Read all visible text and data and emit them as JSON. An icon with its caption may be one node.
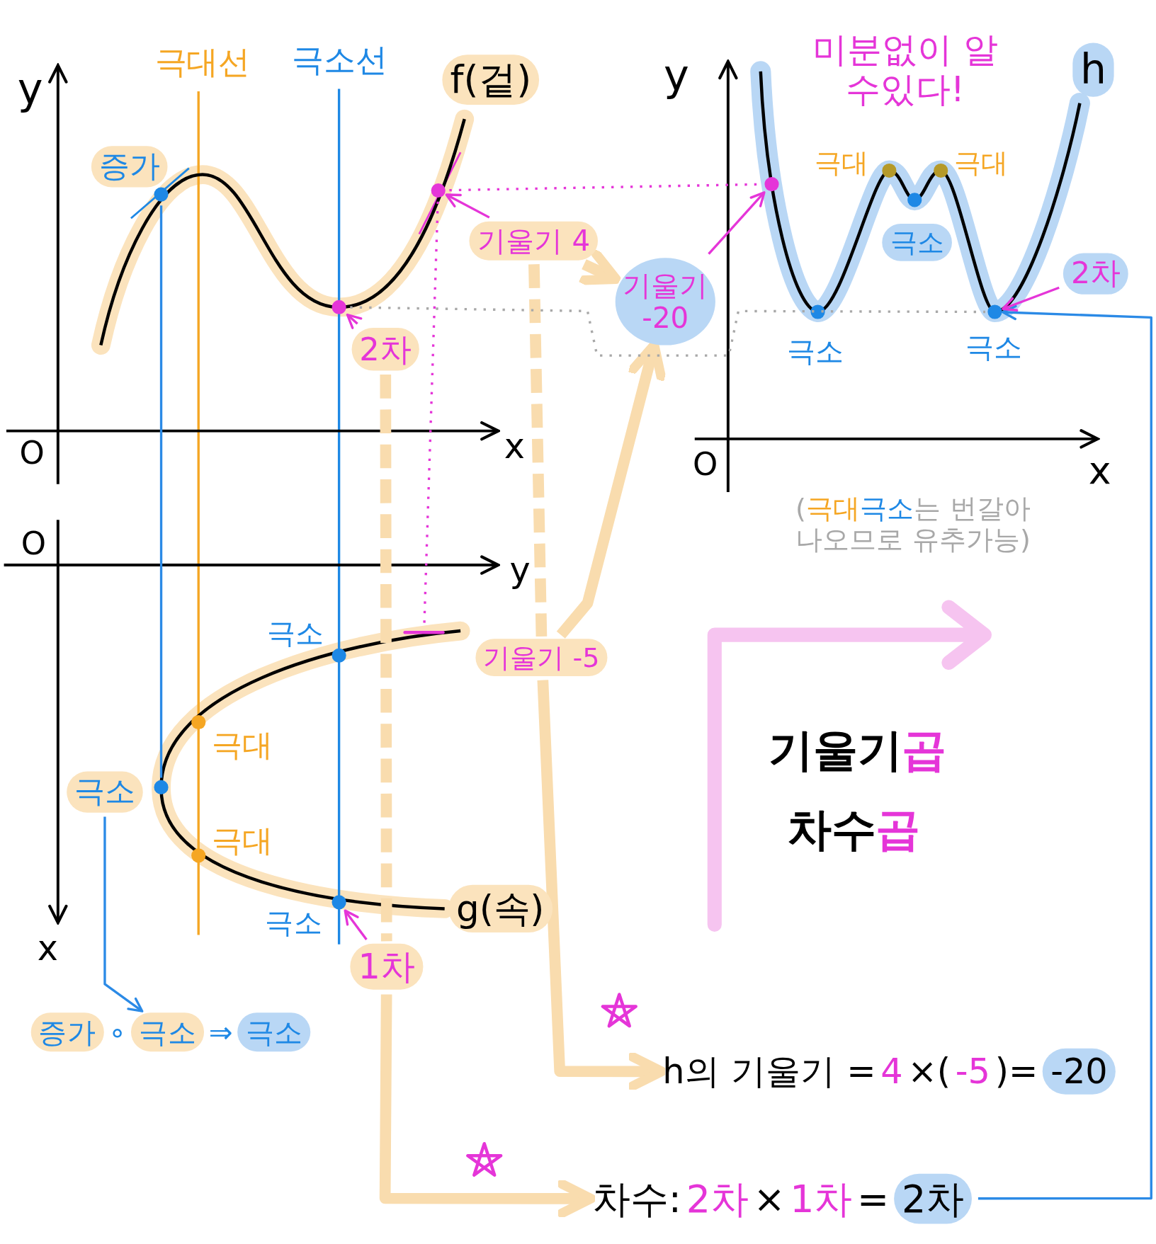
{
  "diagram": {
    "nodes": [
      {
        "text": [
          "2차"
        ]
      },
      {
        "text": [
          "기울기 4"
        ]
      },
      {
        "text": [
          "기울기 -20"
        ]
      },
      {
        "text": [
          "기울기 -5"
        ]
      },
      {
        "text": [
          "1차"
        ]
      },
      {
        "text": [
          "h의 기울기 =",
          "4",
          "×(",
          "-5",
          ")=",
          "-20"
        ]
      },
      {
        "text": [
          "차수:",
          "2차",
          "×",
          "1차",
          "=",
          "2차"
        ]
      },
      {
        "text": [
          "2차"
        ]
      },
      {
        "text": [
          "극소"
        ]
      },
      {
        "text": [
          "증가",
          "∘",
          "극소",
          "⇒",
          "극소"
        ]
      },
      {
        "text": [
          "증가"
        ]
      },
      {
        "text": [
          "극소"
        ]
      },
      {
        "text": [
          "f(겉)"
        ]
      },
      {
        "text": [
          "h"
        ]
      },
      {
        "text": [
          "g(속)"
        ]
      },
      {
        "text": [],
        "shape": "circle"
      },
      {
        "text": [],
        "shape": "circle"
      },
      {
        "text": [],
        "shape": "circle"
      },
      {
        "text": [],
        "shape": "circle"
      },
      {
        "text": [],
        "shape": "circle"
      },
      {
        "text": [],
        "shape": "bar"
      },
      {
        "text": [],
        "shape": "circle"
      },
      {
        "text": [],
        "shape": "circle"
      }
    ],
    "edges": [
      {
        "from": 0,
        "to": 4,
        "arrow": "none",
        "style": "dashed",
        "color": "#f9dcae"
      },
      {
        "from": 4,
        "to": 6,
        "arrow": "to",
        "style": "thick",
        "color": "#f9dcae"
      },
      {
        "from": 1,
        "to": 3,
        "arrow": "none",
        "style": "dashed",
        "color": "#f9dcae"
      },
      {
        "from": 3,
        "to": 5,
        "arrow": "to",
        "style": "thick",
        "color": "#f9dcae"
      },
      {
        "from": 1,
        "to": 2,
        "arrow": "to",
        "style": "thick",
        "color": "#f9dcae"
      },
      {
        "from": 3,
        "to": 2,
        "arrow": "to",
        "style": "thick",
        "color": "#f9dcae"
      },
      {
        "from": 6,
        "to": 19,
        "arrow": "to",
        "color": "#2b8ae6"
      },
      {
        "from": 8,
        "to": 9,
        "arrow": "to",
        "color": "#2b8ae6"
      },
      {
        "from": 0,
        "to": 15,
        "arrow": "to",
        "color": "#e535d8"
      },
      {
        "from": 1,
        "to": 16,
        "arrow": "to",
        "color": "#e535d8"
      },
      {
        "from": 2,
        "to": 17,
        "arrow": "to",
        "color": "#e535d8"
      },
      {
        "from": 4,
        "to": 18,
        "arrow": "to",
        "color": "#e535d8"
      },
      {
        "from": 7,
        "to": 19,
        "arrow": "to",
        "color": "#e535d8"
      },
      {
        "from": 15,
        "to": 19,
        "arrow": "none",
        "style": "dashed",
        "color": "#a8a8a8"
      },
      {
        "from": 16,
        "to": 17,
        "arrow": "none",
        "style": "dashed",
        "color": "#e535d8"
      },
      {
        "from": 16,
        "to": 20,
        "arrow": "none",
        "style": "dashed",
        "color": "#e535d8"
      },
      {
        "from": 21,
        "to": 22,
        "arrow": "none",
        "color": "#2b8ae6"
      }
    ],
    "labels": [
      "y",
      "극대선",
      "극소선",
      "O",
      "x",
      "미분없이 알수있다!",
      "y",
      "극대",
      "극대",
      "극소",
      "극소",
      "O",
      "x",
      "(",
      "극대",
      "극소",
      "는 번갈아 나오므로 유추가능)",
      "O",
      "y",
      "극소",
      "극대",
      "극대",
      "극소",
      "x",
      "기울기",
      "곱",
      "차수",
      "곱"
    ]
  }
}
